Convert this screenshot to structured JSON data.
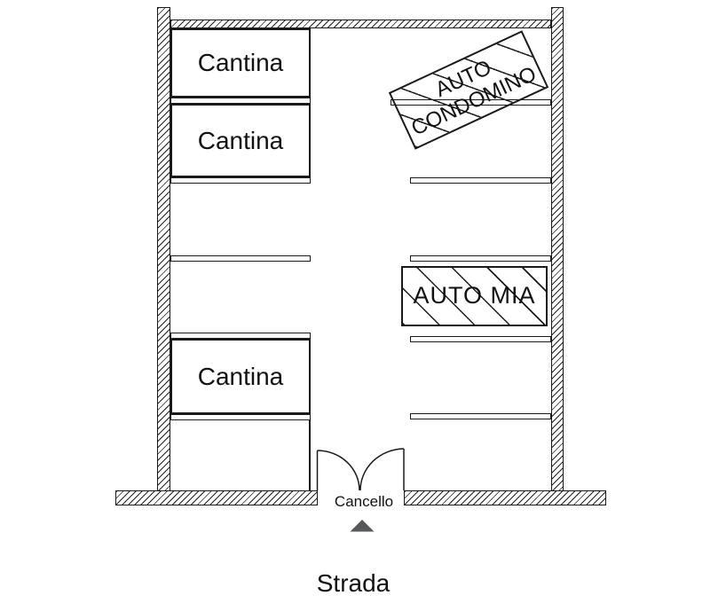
{
  "diagram": {
    "type": "floor-plan",
    "labels": {
      "cantina": [
        "Cantina",
        "Cantina",
        "Cantina"
      ],
      "auto_condomino": "AUTO CONDOMINO",
      "auto_mia": "AUTO MIA",
      "gate": "Cancello",
      "street": "Strada"
    },
    "colors": {
      "line": "#1a1a1a",
      "arrow_gray": "#58595a",
      "background": "#ffffff"
    }
  }
}
